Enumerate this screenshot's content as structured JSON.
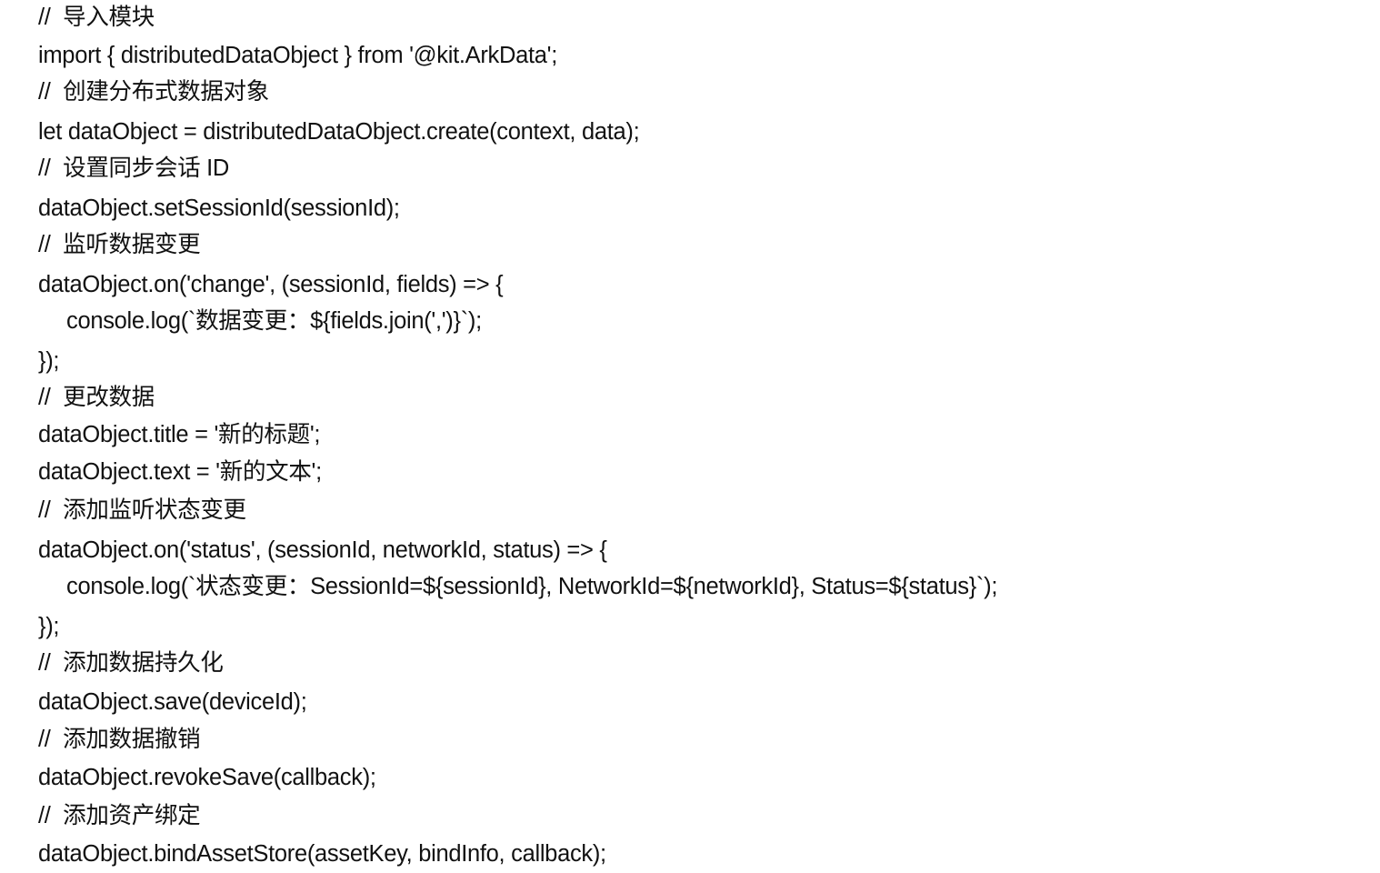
{
  "document": {
    "type": "code-listing",
    "lines": [
      {
        "text": "//  导入模块",
        "kind": "comment",
        "indent": 0
      },
      {
        "text": "import { distributedDataObject } from '@kit.ArkData';",
        "kind": "code",
        "indent": 0
      },
      {
        "text": "//  创建分布式数据对象",
        "kind": "comment",
        "indent": 0
      },
      {
        "text": "let dataObject = distributedDataObject.create(context, data);",
        "kind": "code",
        "indent": 0
      },
      {
        "text": "//  设置同步会话 ID",
        "kind": "comment",
        "indent": 0
      },
      {
        "text": "dataObject.setSessionId(sessionId);",
        "kind": "code",
        "indent": 0
      },
      {
        "text": "//  监听数据变更",
        "kind": "comment",
        "indent": 0
      },
      {
        "text": "dataObject.on('change', (sessionId, fields) => {",
        "kind": "code",
        "indent": 0
      },
      {
        "text": "console.log(`数据变更：${fields.join(',')}`);",
        "kind": "code",
        "indent": 1
      },
      {
        "text": "});",
        "kind": "code",
        "indent": 0
      },
      {
        "text": "//  更改数据",
        "kind": "comment",
        "indent": 0
      },
      {
        "text": "dataObject.title = '新的标题';",
        "kind": "code",
        "indent": 0
      },
      {
        "text": "dataObject.text = '新的文本';",
        "kind": "code",
        "indent": 0
      },
      {
        "text": "//  添加监听状态变更",
        "kind": "comment",
        "indent": 0
      },
      {
        "text": "dataObject.on('status', (sessionId, networkId, status) => {",
        "kind": "code",
        "indent": 0
      },
      {
        "text": "console.log(`状态变更：SessionId=${sessionId}, NetworkId=${networkId}, Status=${status}`);",
        "kind": "code",
        "indent": 1
      },
      {
        "text": "});",
        "kind": "code",
        "indent": 0
      },
      {
        "text": "//  添加数据持久化",
        "kind": "comment",
        "indent": 0
      },
      {
        "text": "dataObject.save(deviceId);",
        "kind": "code",
        "indent": 0
      },
      {
        "text": "//  添加数据撤销",
        "kind": "comment",
        "indent": 0
      },
      {
        "text": "dataObject.revokeSave(callback);",
        "kind": "code",
        "indent": 0
      },
      {
        "text": "//  添加资产绑定",
        "kind": "comment",
        "indent": 0
      },
      {
        "text": "dataObject.bindAssetStore(assetKey, bindInfo, callback);",
        "kind": "code",
        "indent": 0
      }
    ]
  }
}
